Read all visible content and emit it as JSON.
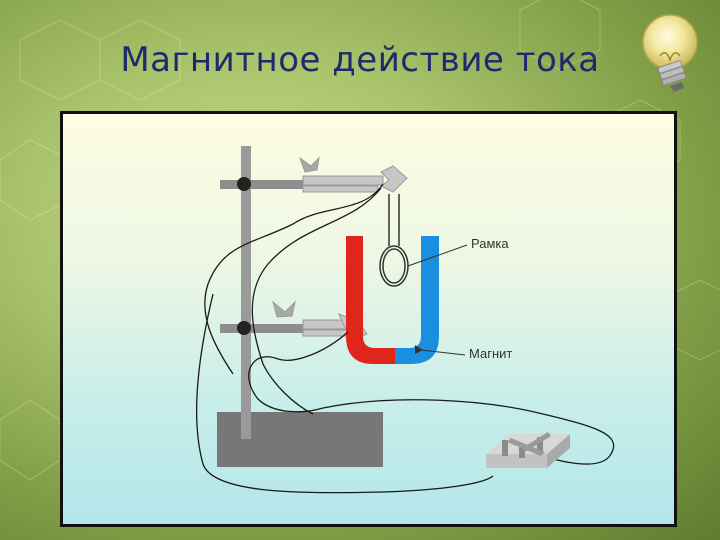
{
  "slide": {
    "title": "Магнитное действие тока"
  },
  "diagram": {
    "labels": {
      "frame": "Рамка",
      "magnet": "Магнит"
    },
    "colors": {
      "magnet_north": "#e0261b",
      "magnet_south": "#1a8fe0",
      "stand": "#9a9a9a",
      "base": "#777777",
      "wire": "#1a1a1a"
    },
    "icons": [
      "light-bulb-icon"
    ]
  }
}
